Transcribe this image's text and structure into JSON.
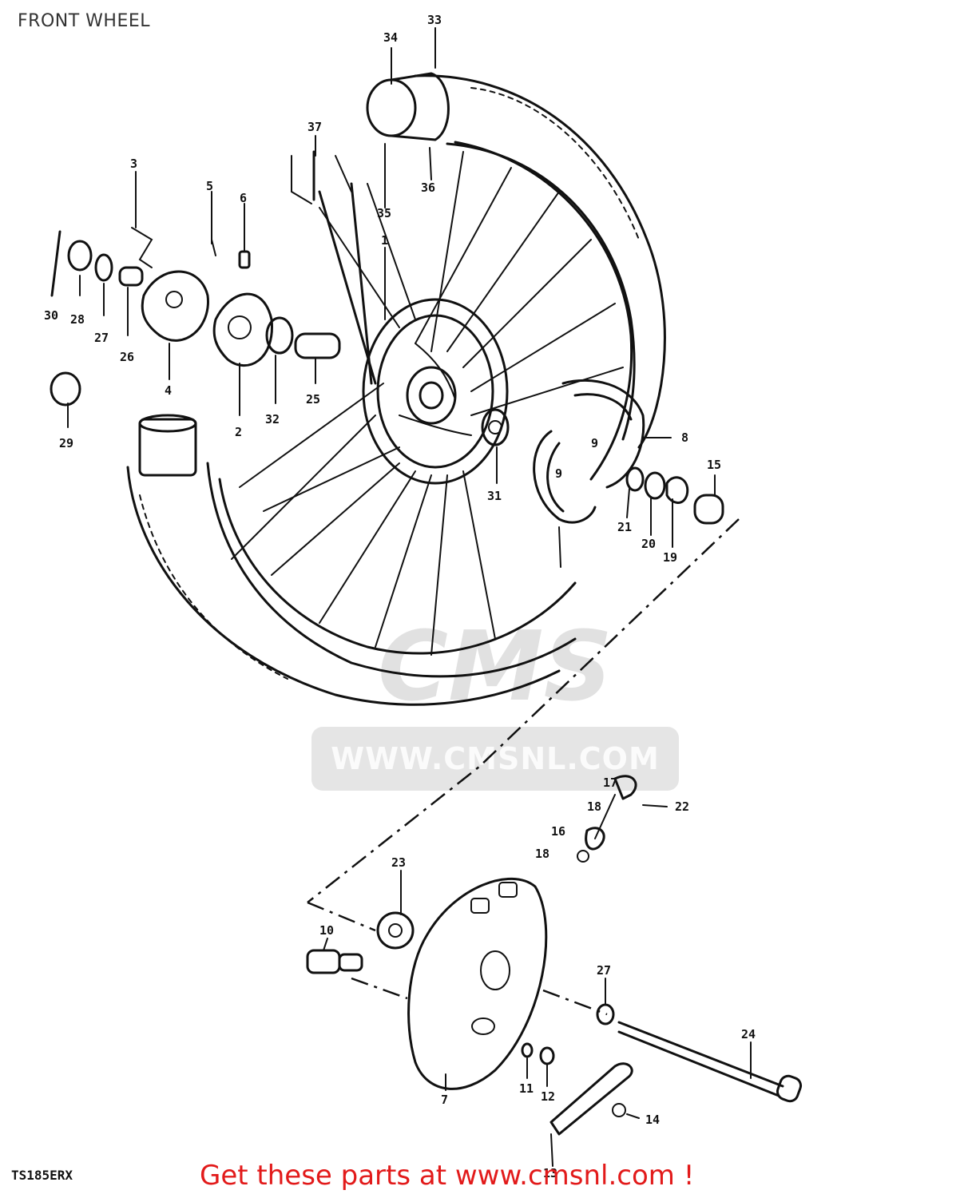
{
  "page": {
    "title": "FRONT WHEEL",
    "model_code": "TS185ERX",
    "call_to_action": "Get these parts at www.cmsnl.com !"
  },
  "watermark": {
    "logo_text": "CMS",
    "url_text": "WWW.CMSNL.COM"
  },
  "callouts": [
    {
      "label": "33"
    },
    {
      "label": "34"
    },
    {
      "label": "37"
    },
    {
      "label": "36"
    },
    {
      "label": "35"
    },
    {
      "label": "3"
    },
    {
      "label": "5"
    },
    {
      "label": "6"
    },
    {
      "label": "1"
    },
    {
      "label": "30"
    },
    {
      "label": "28"
    },
    {
      "label": "27"
    },
    {
      "label": "26"
    },
    {
      "label": "4"
    },
    {
      "label": "2"
    },
    {
      "label": "32"
    },
    {
      "label": "25"
    },
    {
      "label": "29"
    },
    {
      "label": "8"
    },
    {
      "label": "9"
    },
    {
      "label": "9"
    },
    {
      "label": "31"
    },
    {
      "label": "15"
    },
    {
      "label": "21"
    },
    {
      "label": "20"
    },
    {
      "label": "19"
    },
    {
      "label": "17"
    },
    {
      "label": "18"
    },
    {
      "label": "22"
    },
    {
      "label": "16"
    },
    {
      "label": "18"
    },
    {
      "label": "23"
    },
    {
      "label": "10"
    },
    {
      "label": "27"
    },
    {
      "label": "24"
    },
    {
      "label": "11"
    },
    {
      "label": "12"
    },
    {
      "label": "7"
    },
    {
      "label": "14"
    },
    {
      "label": "13"
    }
  ],
  "colors": {
    "line": "#111111",
    "cta": "#e21a1a",
    "title": "#333333"
  }
}
